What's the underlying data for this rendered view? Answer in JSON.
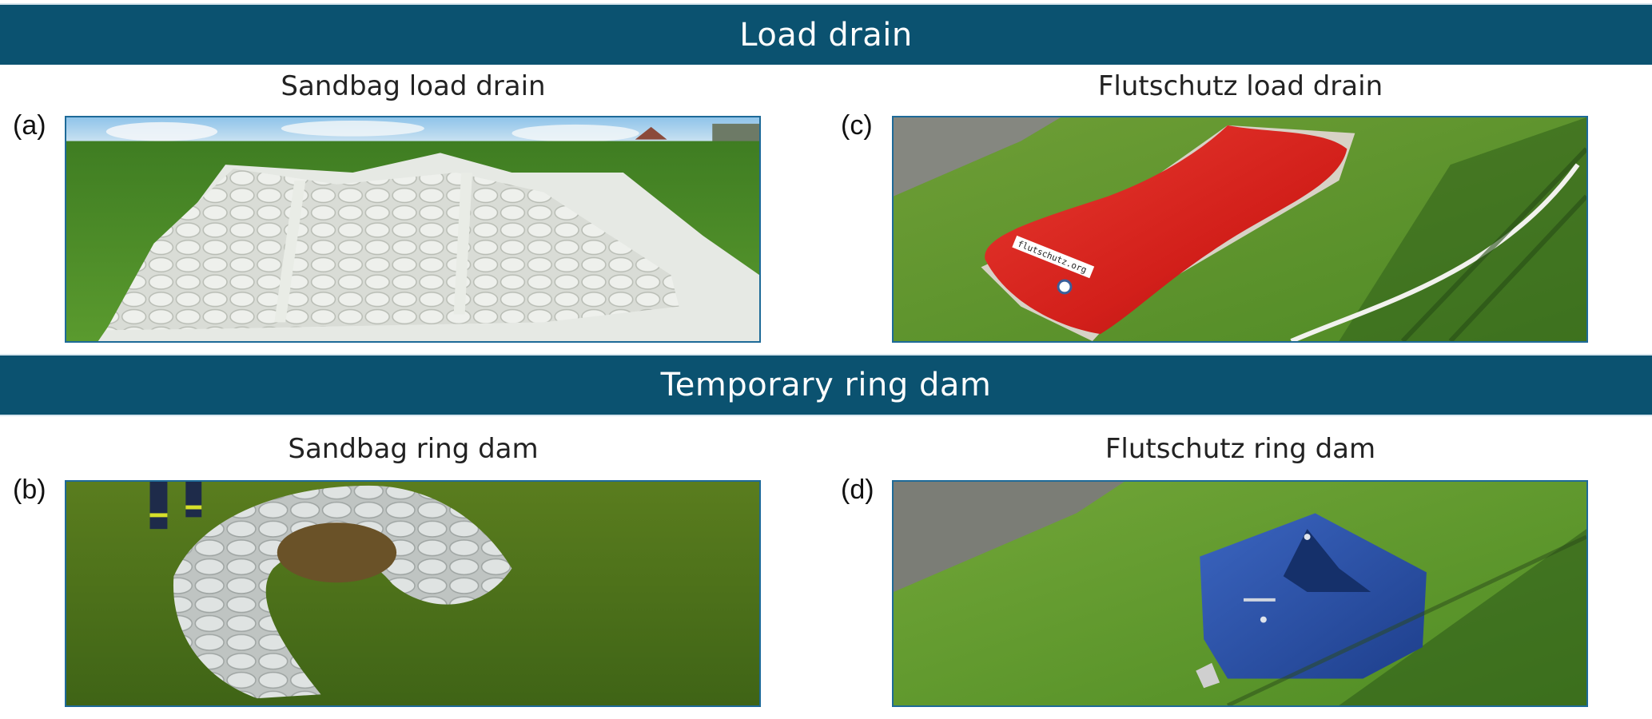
{
  "sections": [
    {
      "title": "Load drain",
      "panels": [
        {
          "label": "(a)",
          "title": "Sandbag load drain"
        },
        {
          "label": "(c)",
          "title": "Flutschutz load drain",
          "bag_text": "flutschutz.org"
        }
      ]
    },
    {
      "title": "Temporary ring dam",
      "panels": [
        {
          "label": "(b)",
          "title": "Sandbag ring dam"
        },
        {
          "label": "(d)",
          "title": "Flutschutz ring dam"
        }
      ]
    }
  ],
  "colors": {
    "banner": "#0b5270",
    "photo_border": "#1e6a98",
    "flutschutz_load_drain": "#d8231f",
    "flutschutz_ring_dam": "#2a4fa0"
  }
}
